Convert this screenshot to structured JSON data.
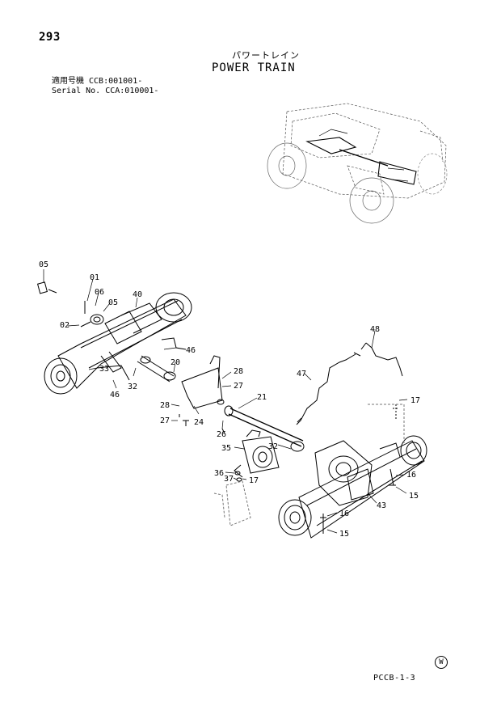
{
  "header": {
    "page_number": "293",
    "title_jp": "パワートレイン",
    "title_en": "POWER TRAIN",
    "applicable_jp": "適用号機  CCB:001001-",
    "serial": "Serial No. CCA:010001-"
  },
  "callouts": [
    "05",
    "01",
    "06",
    "05",
    "40",
    "02",
    "46",
    "33",
    "32",
    "46",
    "20",
    "28",
    "27",
    "28",
    "27",
    "24",
    "21",
    "26",
    "35",
    "32",
    "36",
    "37",
    "17",
    "47",
    "48",
    "17",
    "16",
    "15",
    "43",
    "16",
    "15"
  ],
  "footer": {
    "code": "PCCB-1-3",
    "mark": "W"
  }
}
